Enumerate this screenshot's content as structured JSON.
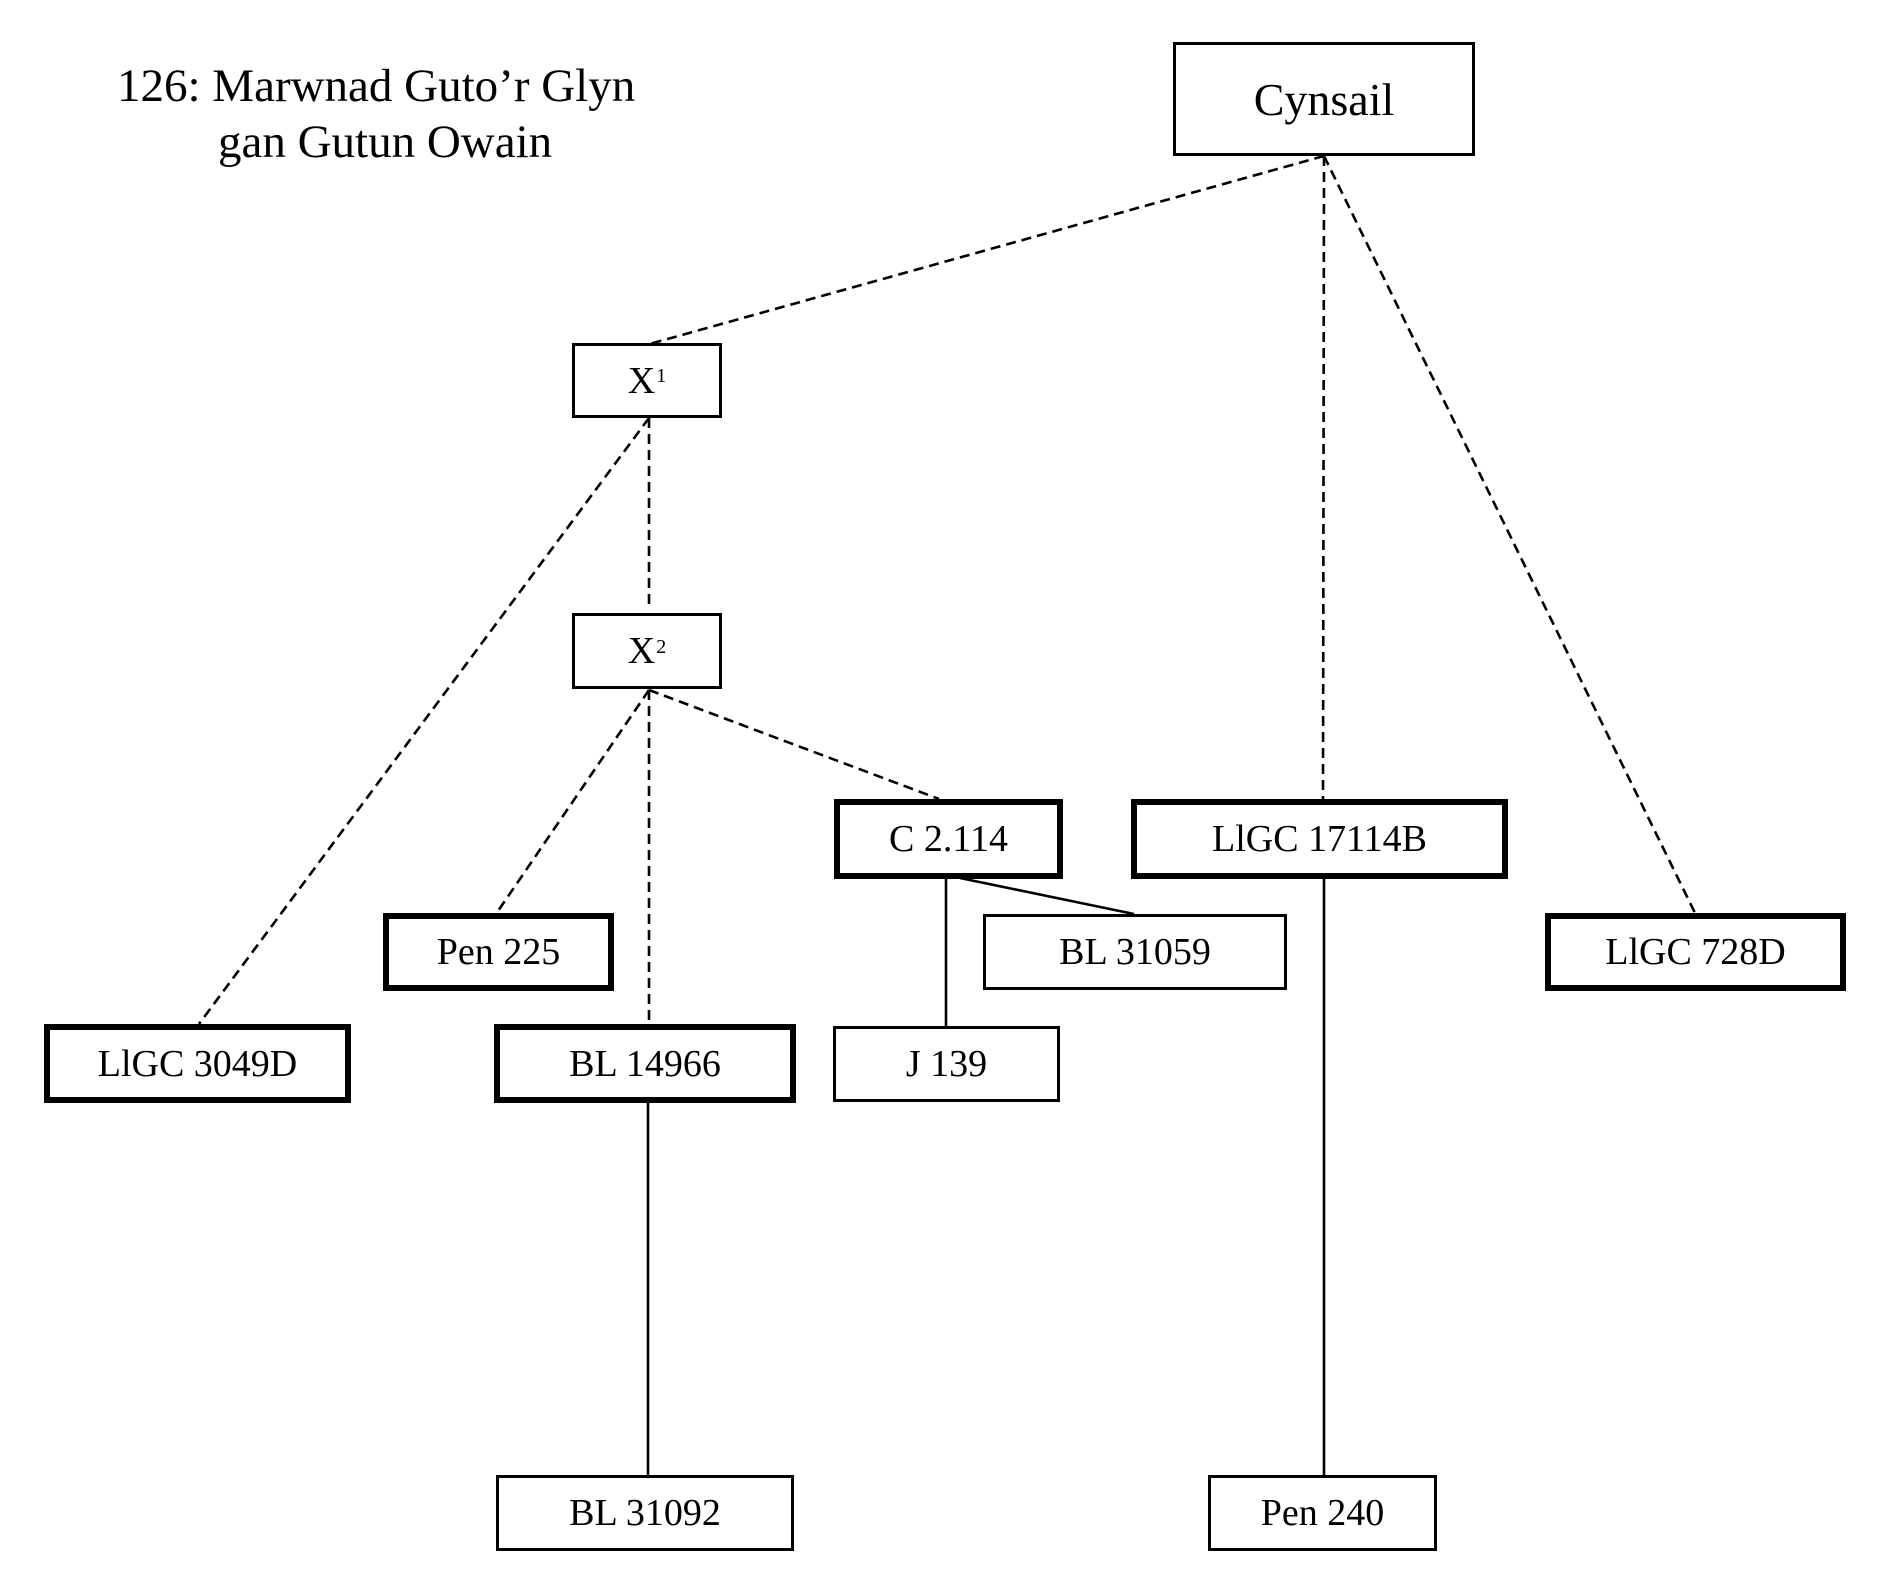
{
  "title": {
    "line1": "126: Marwnad Guto’r Glyn",
    "line2": "gan Gutun Owain"
  },
  "nodes": [
    {
      "id": "cynsail",
      "label": "Cynsail",
      "sup": "",
      "style": "thin",
      "kind": "archetype"
    },
    {
      "id": "x1",
      "label": "X",
      "sup": "1",
      "style": "thin",
      "kind": "hypothetical"
    },
    {
      "id": "x2",
      "label": "X",
      "sup": "2",
      "style": "thin",
      "kind": "hypothetical"
    },
    {
      "id": "c2114",
      "label": "C 2.114",
      "sup": "",
      "style": "bold",
      "kind": "manuscript"
    },
    {
      "id": "llgc17114b",
      "label": "LlGC 17114B",
      "sup": "",
      "style": "bold",
      "kind": "manuscript"
    },
    {
      "id": "llgc728d",
      "label": "LlGC 728D",
      "sup": "",
      "style": "bold",
      "kind": "manuscript"
    },
    {
      "id": "pen225",
      "label": "Pen 225",
      "sup": "",
      "style": "bold",
      "kind": "manuscript"
    },
    {
      "id": "bl31059",
      "label": "BL 31059",
      "sup": "",
      "style": "thin",
      "kind": "manuscript"
    },
    {
      "id": "llgc3049d",
      "label": "LlGC 3049D",
      "sup": "",
      "style": "bold",
      "kind": "manuscript"
    },
    {
      "id": "bl14966",
      "label": "BL 14966",
      "sup": "",
      "style": "bold",
      "kind": "manuscript"
    },
    {
      "id": "j139",
      "label": "J 139",
      "sup": "",
      "style": "thin",
      "kind": "manuscript"
    },
    {
      "id": "bl31092",
      "label": "BL 31092",
      "sup": "",
      "style": "thin",
      "kind": "manuscript"
    },
    {
      "id": "pen240",
      "label": "Pen 240",
      "sup": "",
      "style": "thin",
      "kind": "manuscript"
    }
  ],
  "edges": [
    {
      "from": "cynsail",
      "to": "x1",
      "type": "dashed"
    },
    {
      "from": "cynsail",
      "to": "llgc17114b",
      "type": "dashed"
    },
    {
      "from": "cynsail",
      "to": "llgc728d",
      "type": "dashed"
    },
    {
      "from": "x1",
      "to": "x2",
      "type": "dashed"
    },
    {
      "from": "x1",
      "to": "llgc3049d",
      "type": "dashed"
    },
    {
      "from": "x2",
      "to": "pen225",
      "type": "dashed"
    },
    {
      "from": "x2",
      "to": "bl14966",
      "type": "dashed"
    },
    {
      "from": "x2",
      "to": "c2114",
      "type": "dashed"
    },
    {
      "from": "c2114",
      "to": "j139",
      "type": "solid"
    },
    {
      "from": "c2114",
      "to": "bl31059",
      "type": "solid"
    },
    {
      "from": "llgc17114b",
      "to": "pen240",
      "type": "solid"
    },
    {
      "from": "bl14966",
      "to": "bl31092",
      "type": "solid"
    }
  ]
}
